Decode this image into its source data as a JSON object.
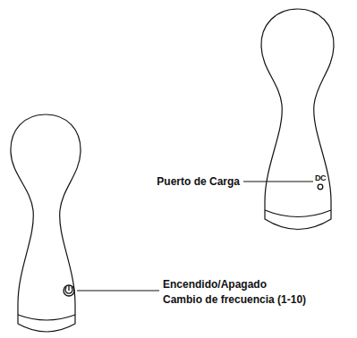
{
  "diagram": {
    "labels": [
      "Puerto de Carga",
      "DC",
      "Encendido/Apagado",
      "Cambio de frecuencia (1-10)"
    ]
  }
}
